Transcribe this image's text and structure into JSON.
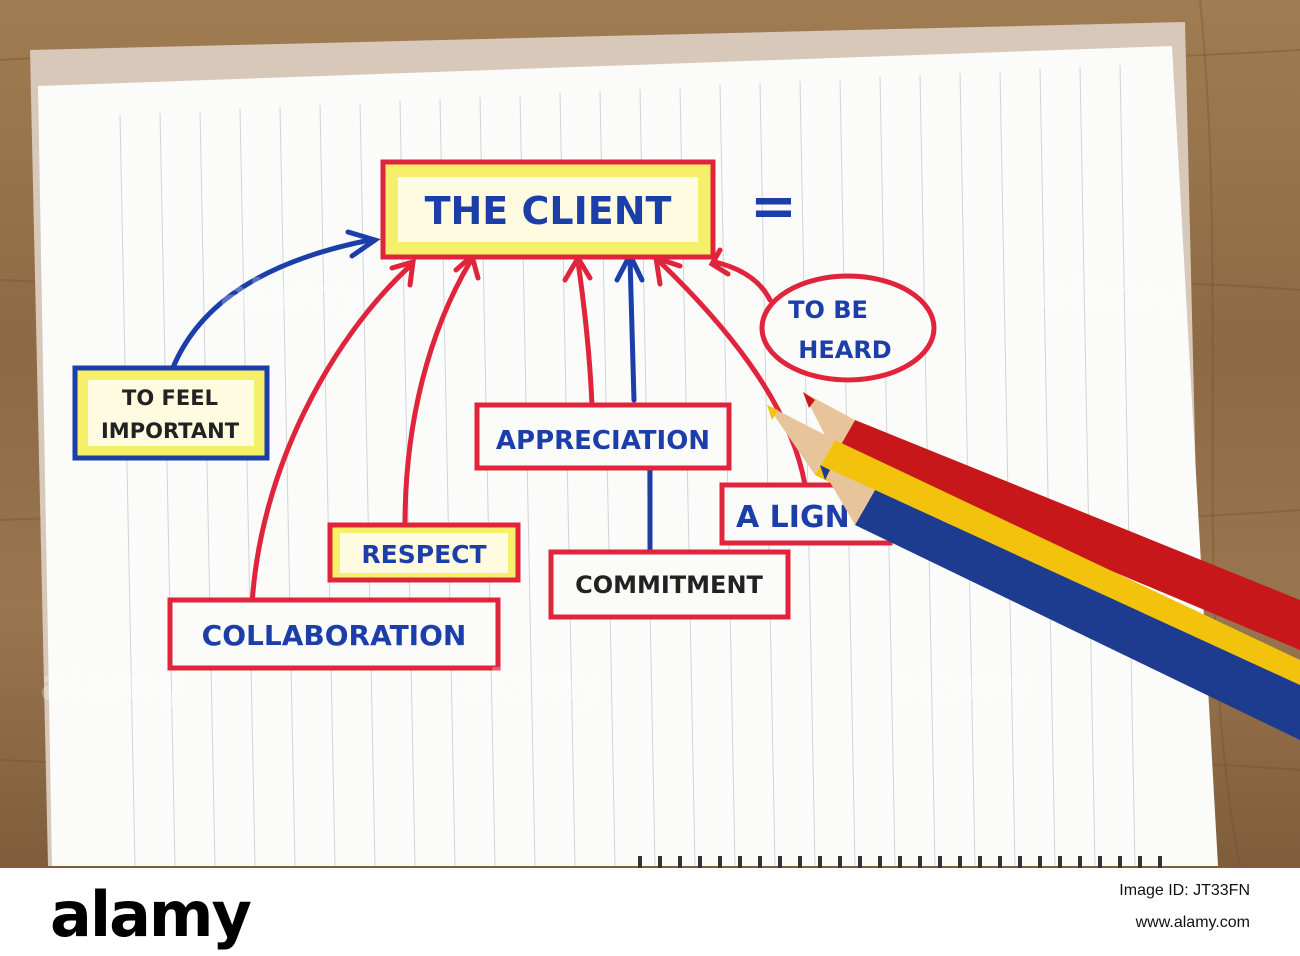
{
  "diagram": {
    "center": "THE CLIENT",
    "equals": "=",
    "nodes": {
      "feel_important_line1": "TO FEEL",
      "feel_important_line2": "IMPORTANT",
      "heard_line1": "TO BE",
      "heard_line2": "HEARD",
      "appreciation": "APPRECIATION",
      "respect": "RESPECT",
      "commitment": "COMMITMENT",
      "alignment": "A LIGN",
      "collaboration": "COLLABORATION"
    }
  },
  "colors": {
    "marker_red": "#e0243c",
    "marker_blue": "#1b3ea8",
    "highlight_yellow": "#f6ef6a",
    "pencil_red": "#c8171b",
    "pencil_yellow": "#f2c20d",
    "pencil_blue": "#1d3b8f"
  },
  "watermark": "alamy",
  "footer": {
    "logo": "alamy",
    "image_id": "Image ID: JT33FN",
    "url": "www.alamy.com"
  }
}
